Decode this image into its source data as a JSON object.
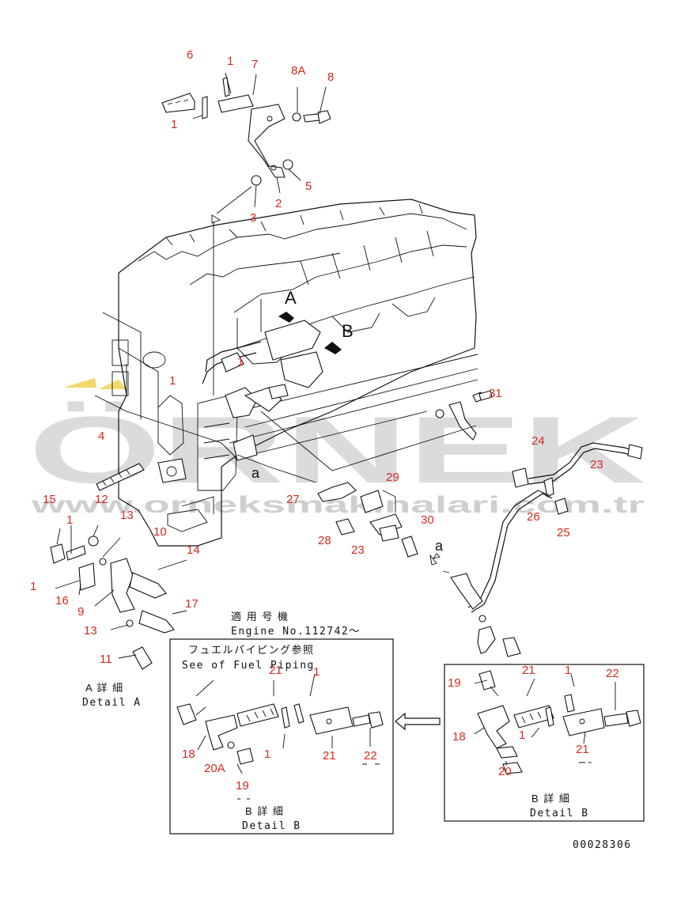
{
  "labels": {
    "l6": "6",
    "l1a": "1",
    "l7": "7",
    "l8A": "8A",
    "l8": "8",
    "l1b": "1",
    "l5": "5",
    "l3": "3",
    "l2": "2",
    "lA": "A",
    "lB": "B",
    "l1c": "1",
    "l1d": "1",
    "l31": "31",
    "l24": "24",
    "l23a": "23",
    "l4": "4",
    "la1": "a",
    "l29": "29",
    "l27": "27",
    "l12": "12",
    "l15": "15",
    "l1e": "1",
    "l13a": "13",
    "l26": "26",
    "l25": "25",
    "l30": "30",
    "l10": "10",
    "l28": "28",
    "l23b": "23",
    "l14": "14",
    "la2": "a",
    "l1f": "1",
    "l16": "16",
    "l9": "9",
    "l17": "17",
    "l13b": "13",
    "l11": "11",
    "l21a": "21",
    "l1g": "1",
    "l18a": "18",
    "l20A": "20A",
    "l1h": "1",
    "l21b": "21",
    "l22a": "22",
    "l19a": "19",
    "l19b": "19",
    "l21c": "21",
    "l1i": "1",
    "l22b": "22",
    "l18b": "18",
    "l1j": "1",
    "l21d": "21",
    "l20": "20"
  },
  "notes": {
    "applicable_jp": "適 用 号 機",
    "engine_no": "Engine No.112742～",
    "fuel_jp": "フュエルパイピング参照",
    "fuel_en": "See of Fuel Piping",
    "detailA_jp": "A 詳 細",
    "detailA_en": "Detail A",
    "detailB_jp1": "B 詳 細",
    "detailB_en1": "Detail B",
    "detailB_jp2": "B 詳 細",
    "detailB_en2": "Detail B",
    "drawing_no": "00028306"
  },
  "watermark": {
    "brand": "ÖRNEK",
    "url": "www.orneksmakinalari.com.tr",
    "color": "#c8c8cc",
    "accent": "#f2d86a"
  },
  "colors": {
    "label": "#d42a1e",
    "line": "#111111"
  }
}
